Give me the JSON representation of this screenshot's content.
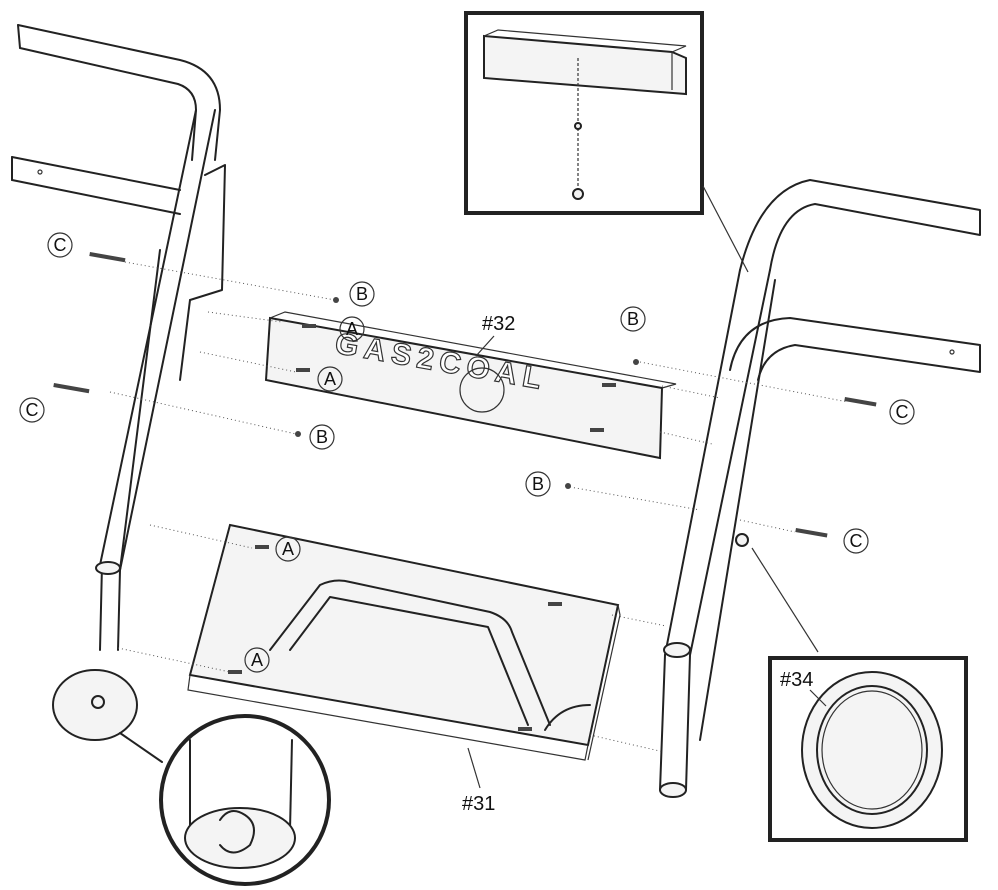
{
  "callouts": {
    "a": "A",
    "b": "B",
    "c": "C"
  },
  "parts": {
    "p31": "#31",
    "p32": "#32",
    "p34": "#34"
  },
  "panel_text": "GAS2COAL",
  "colors": {
    "ink": "#222222",
    "background": "#ffffff"
  }
}
